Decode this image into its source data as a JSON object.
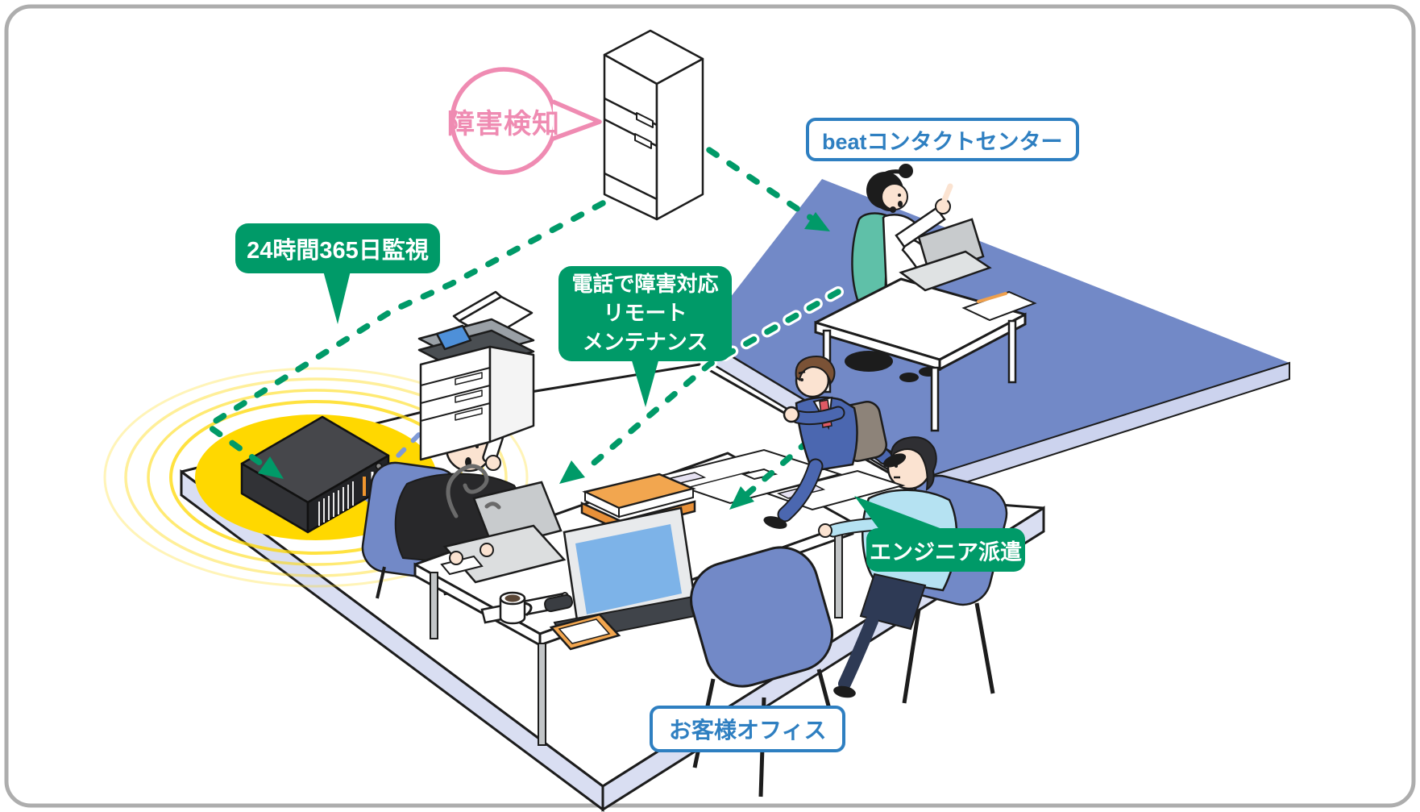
{
  "figure": {
    "type": "isometric-support-flow-illustration",
    "callouts": {
      "failure_detection": {
        "text": "障害検知"
      },
      "monitoring": {
        "text": "24時間365日監視"
      },
      "phone_support": {
        "lines": [
          "電話で障害対応",
          "リモート",
          "メンテナンス"
        ]
      },
      "engineer_dispatch": {
        "text": "エンジニア派遣"
      }
    },
    "labels": {
      "contact_center": {
        "text": "beatコンタクトセンター"
      },
      "customer_office": {
        "text": "お客様オフィス"
      }
    },
    "colors": {
      "background": "#ffffff",
      "frame_border": "#adadad",
      "callout_green": "#009a68",
      "callout_pink": "#ef8bb2",
      "label_blue": "#2e7fc1",
      "floor_blue": "#7289c7",
      "floor_edge_lavender": "#d9def2",
      "alert_glow_yellow": "#ffd800",
      "link_dash_green": "#009a68",
      "lan_dash_blue": "#7f9ad6",
      "beat_box_dark": "#313236",
      "accent_orange": "#f0962e"
    },
    "illustrations": [
      "server-rack-icon",
      "beat-box-icon",
      "multifunction-printer-icon",
      "contact-center-operator-illustration",
      "running-engineer-illustration",
      "customer-office-meeting-illustration"
    ]
  }
}
